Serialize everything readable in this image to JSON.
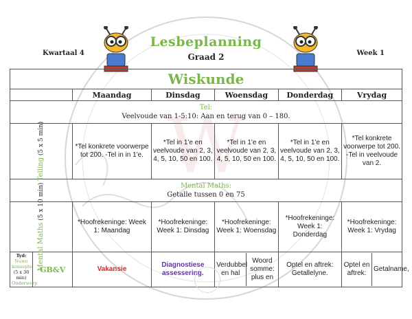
{
  "header": {
    "title": "Lesbeplanning",
    "grade": "Graad 2",
    "term": "Kwartaal 4",
    "week": "Week 1"
  },
  "subject": "Wiskunde",
  "days": [
    "Maandag",
    "Dinsdag",
    "Woensdag",
    "Donderdag",
    "Vrydag"
  ],
  "tel_banner": {
    "heading": "Tel:",
    "text": "Veelvoude van 1-5:10: Aan en terug van 0 – 180."
  },
  "telling": {
    "label": "Telling",
    "duration": "(5 x 5 min)",
    "cells": [
      "*Tel konkrete voorwerpe tot 200. -Tel in in 1'e.",
      "*Tel in 1'e en veelvoude van 2, 3, 4, 5, 10, 50 en 100.",
      "*Tel in 1'e en veelvoude van 2, 3, 4, 5, 10, 50 en 100.",
      "*Tel in 1'e en veelvoude van 2, 3, 4, 5, 10, 50 en 100.",
      "*Tel konkrete voorwerpe tot 200. -Tel in veelvoude van 2."
    ]
  },
  "mental_banner": {
    "heading": "Mental Maths:",
    "text": "Getalle tussen 0 en 75"
  },
  "mental": {
    "label": "Mental Maths",
    "duration": "(5 x 10 min)",
    "cells": [
      "*Hoofrekeninge: Week 1: Maandag",
      "*Hoofrekeninge: Week 1: Dinsdag",
      "*Hoofrekeninge: Week 1: Woensdag",
      "*Hoofrekeninge: Week 1: Donderdag",
      "*Hoofrekeninge: Week 1: Vrydag"
    ]
  },
  "last_row": {
    "label_tyd": "Tyd:",
    "label_nuwe": "Nuwe konsepte",
    "label_dur": "(5 x 30 min)",
    "label_onder": "Onderwerp",
    "topic": "GB&V",
    "mon": "Vakansie",
    "tue": "Diagnostiese assessering.",
    "wed_a": "Verdubbel en hal",
    "wed_b": "Woord somme: plus en",
    "thu": "Optel en aftrek: Getallelyne.",
    "fri_a": "Optel en aftrek:",
    "fri_b": "Getalname,"
  },
  "colors": {
    "accent_green": "#7ab648",
    "red": "#e02020",
    "purple": "#6a2db5"
  }
}
